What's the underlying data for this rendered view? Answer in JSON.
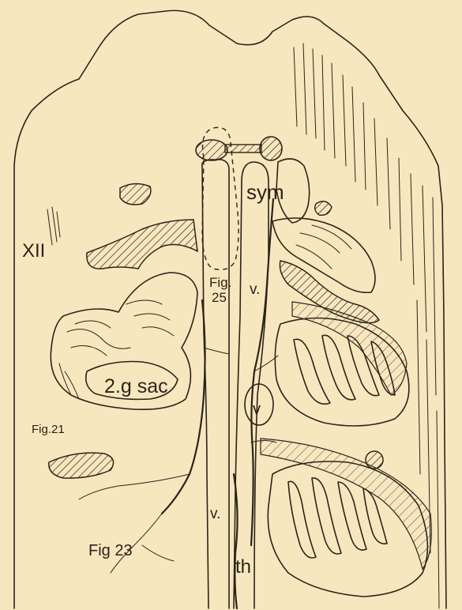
{
  "figure": {
    "labels": {
      "sym": "sym",
      "xii": "XII",
      "fig25_line1": "Fig.",
      "fig25_line2": "25",
      "v_upper": "v.",
      "sac": "2.g sac",
      "fig21": "Fig.21",
      "v_mid": "v",
      "v_lower": "v.",
      "th": "th",
      "fig23": "Fig 23"
    },
    "colors": {
      "background": "#f7e7bf",
      "ink": "#2b2418"
    }
  }
}
